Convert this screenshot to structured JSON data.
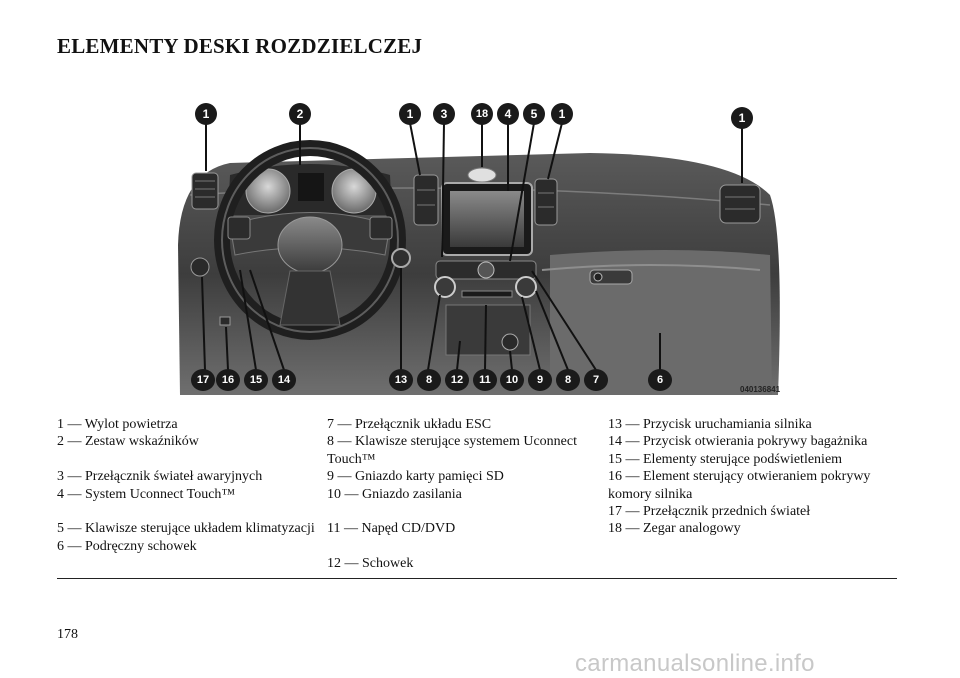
{
  "page": {
    "title": "ELEMENTY DESKI ROZDZIELCZEJ",
    "page_number": "178",
    "watermark": "carmanualsonline.info"
  },
  "figure": {
    "code": "040136841",
    "callouts_top": [
      "1",
      "2",
      "1",
      "3",
      "18",
      "4",
      "5",
      "1",
      "1"
    ],
    "callouts_bottom": [
      "17",
      "16",
      "15",
      "14",
      "13",
      "8",
      "12",
      "11",
      "10",
      "9",
      "8",
      "7",
      "6"
    ]
  },
  "legend": {
    "col1": [
      "1 — Wylot powietrza",
      "2 — Zestaw wskaźników",
      "",
      "3 — Przełącznik świateł awaryjnych",
      "4 — System Uconnect Touch™",
      "",
      "5 — Klawisze sterujące układem klimatyzacji",
      "6 — Podręczny schowek"
    ],
    "col2": [
      "7 — Przełącznik układu ESC",
      "8 — Klawisze sterujące systemem Uconnect Touch™",
      "9 — Gniazdo karty pamięci SD",
      "10 — Gniazdo zasilania",
      "",
      "11 — Napęd CD/DVD",
      "",
      "12 — Schowek"
    ],
    "col3": [
      "13 — Przycisk uruchamiania silnika",
      "14 — Przycisk otwierania pokrywy bagażnika",
      "15 — Elementy sterujące podświetleniem",
      "16 — Element sterujący otwieraniem pokrywy komory silnika",
      "17 — Przełącznik przednich świateł",
      "18 — Zegar analogowy"
    ]
  }
}
